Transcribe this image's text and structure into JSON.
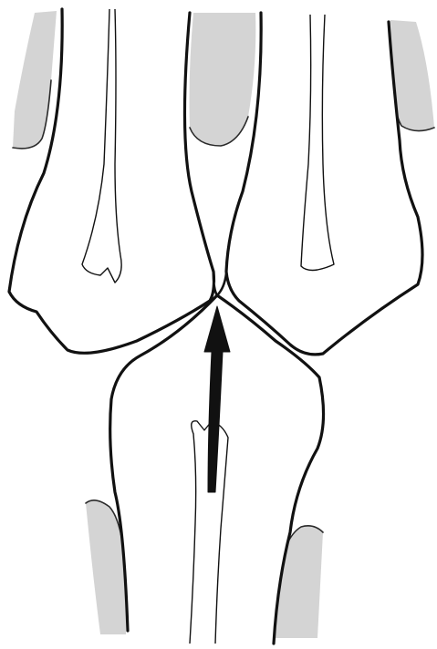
{
  "diagram": {
    "elements": [
      "shaded-region-top-left",
      "shaded-region-top-center",
      "shaded-region-top-right",
      "shaded-region-bottom-left",
      "shaded-region-bottom-right",
      "upper-left-bone",
      "upper-right-bone",
      "lower-center-bone",
      "upper-left-canal",
      "upper-right-canal",
      "lower-canal",
      "upward-arrow"
    ],
    "arrow_direction": "up",
    "colors": {
      "background": "#ffffff",
      "outline": "#111111",
      "shading": "#d4d4d4",
      "arrow": "#111111"
    }
  }
}
